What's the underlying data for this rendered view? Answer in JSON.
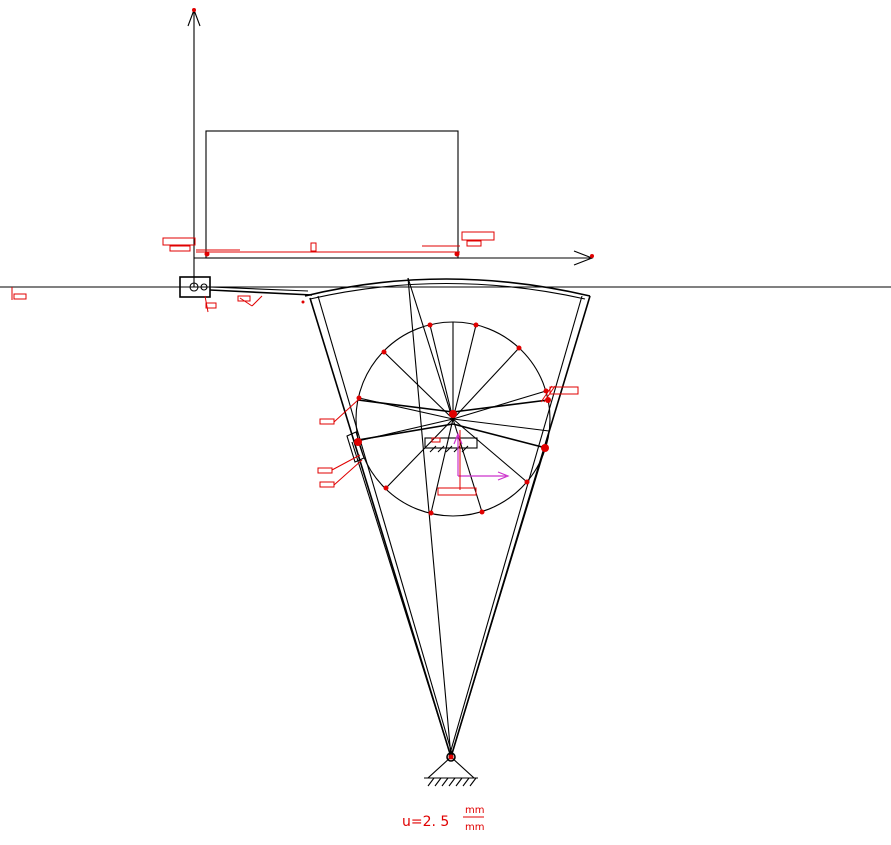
{
  "scale": {
    "prefix": "u=2. 5",
    "numerator": "mm",
    "denominator": "mm"
  },
  "colors": {
    "ink": "#000000",
    "markers": "#e00000",
    "local_axes": "#cc33cc",
    "background": "#ffffff"
  },
  "icons": {
    "ground_support": "pin-support-icon",
    "slider": "slider-block-icon",
    "axis_arrows": "arrow-icon"
  }
}
